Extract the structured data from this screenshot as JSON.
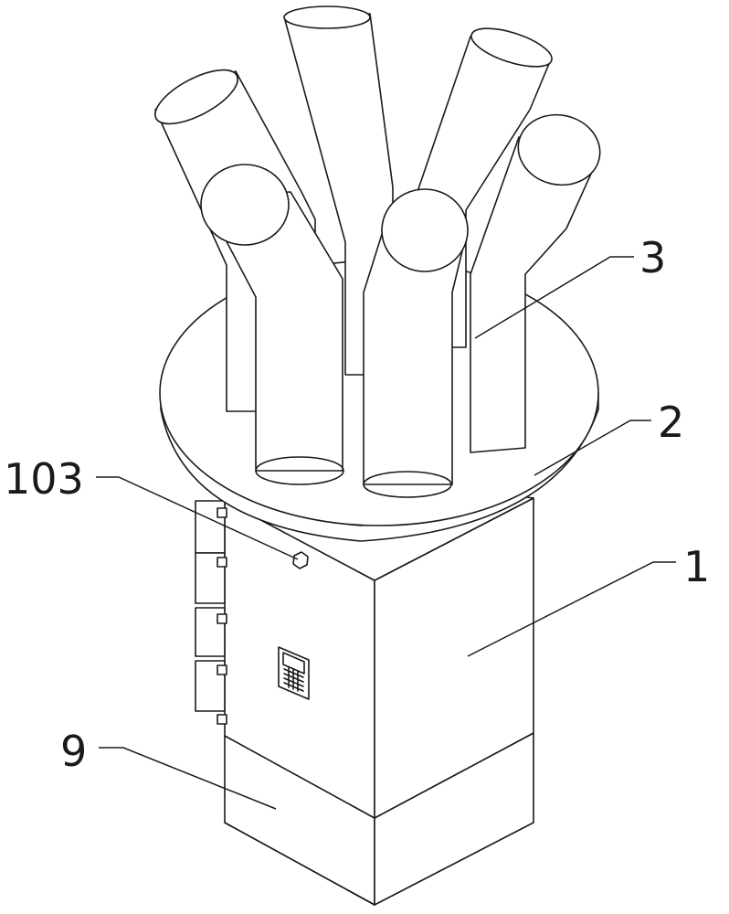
{
  "labels": {
    "part_3": "3",
    "part_2": "2",
    "part_103": "103",
    "part_1": "1",
    "part_9": "9"
  },
  "colors": {
    "line": "#1a1a1a",
    "background": "#ffffff"
  }
}
